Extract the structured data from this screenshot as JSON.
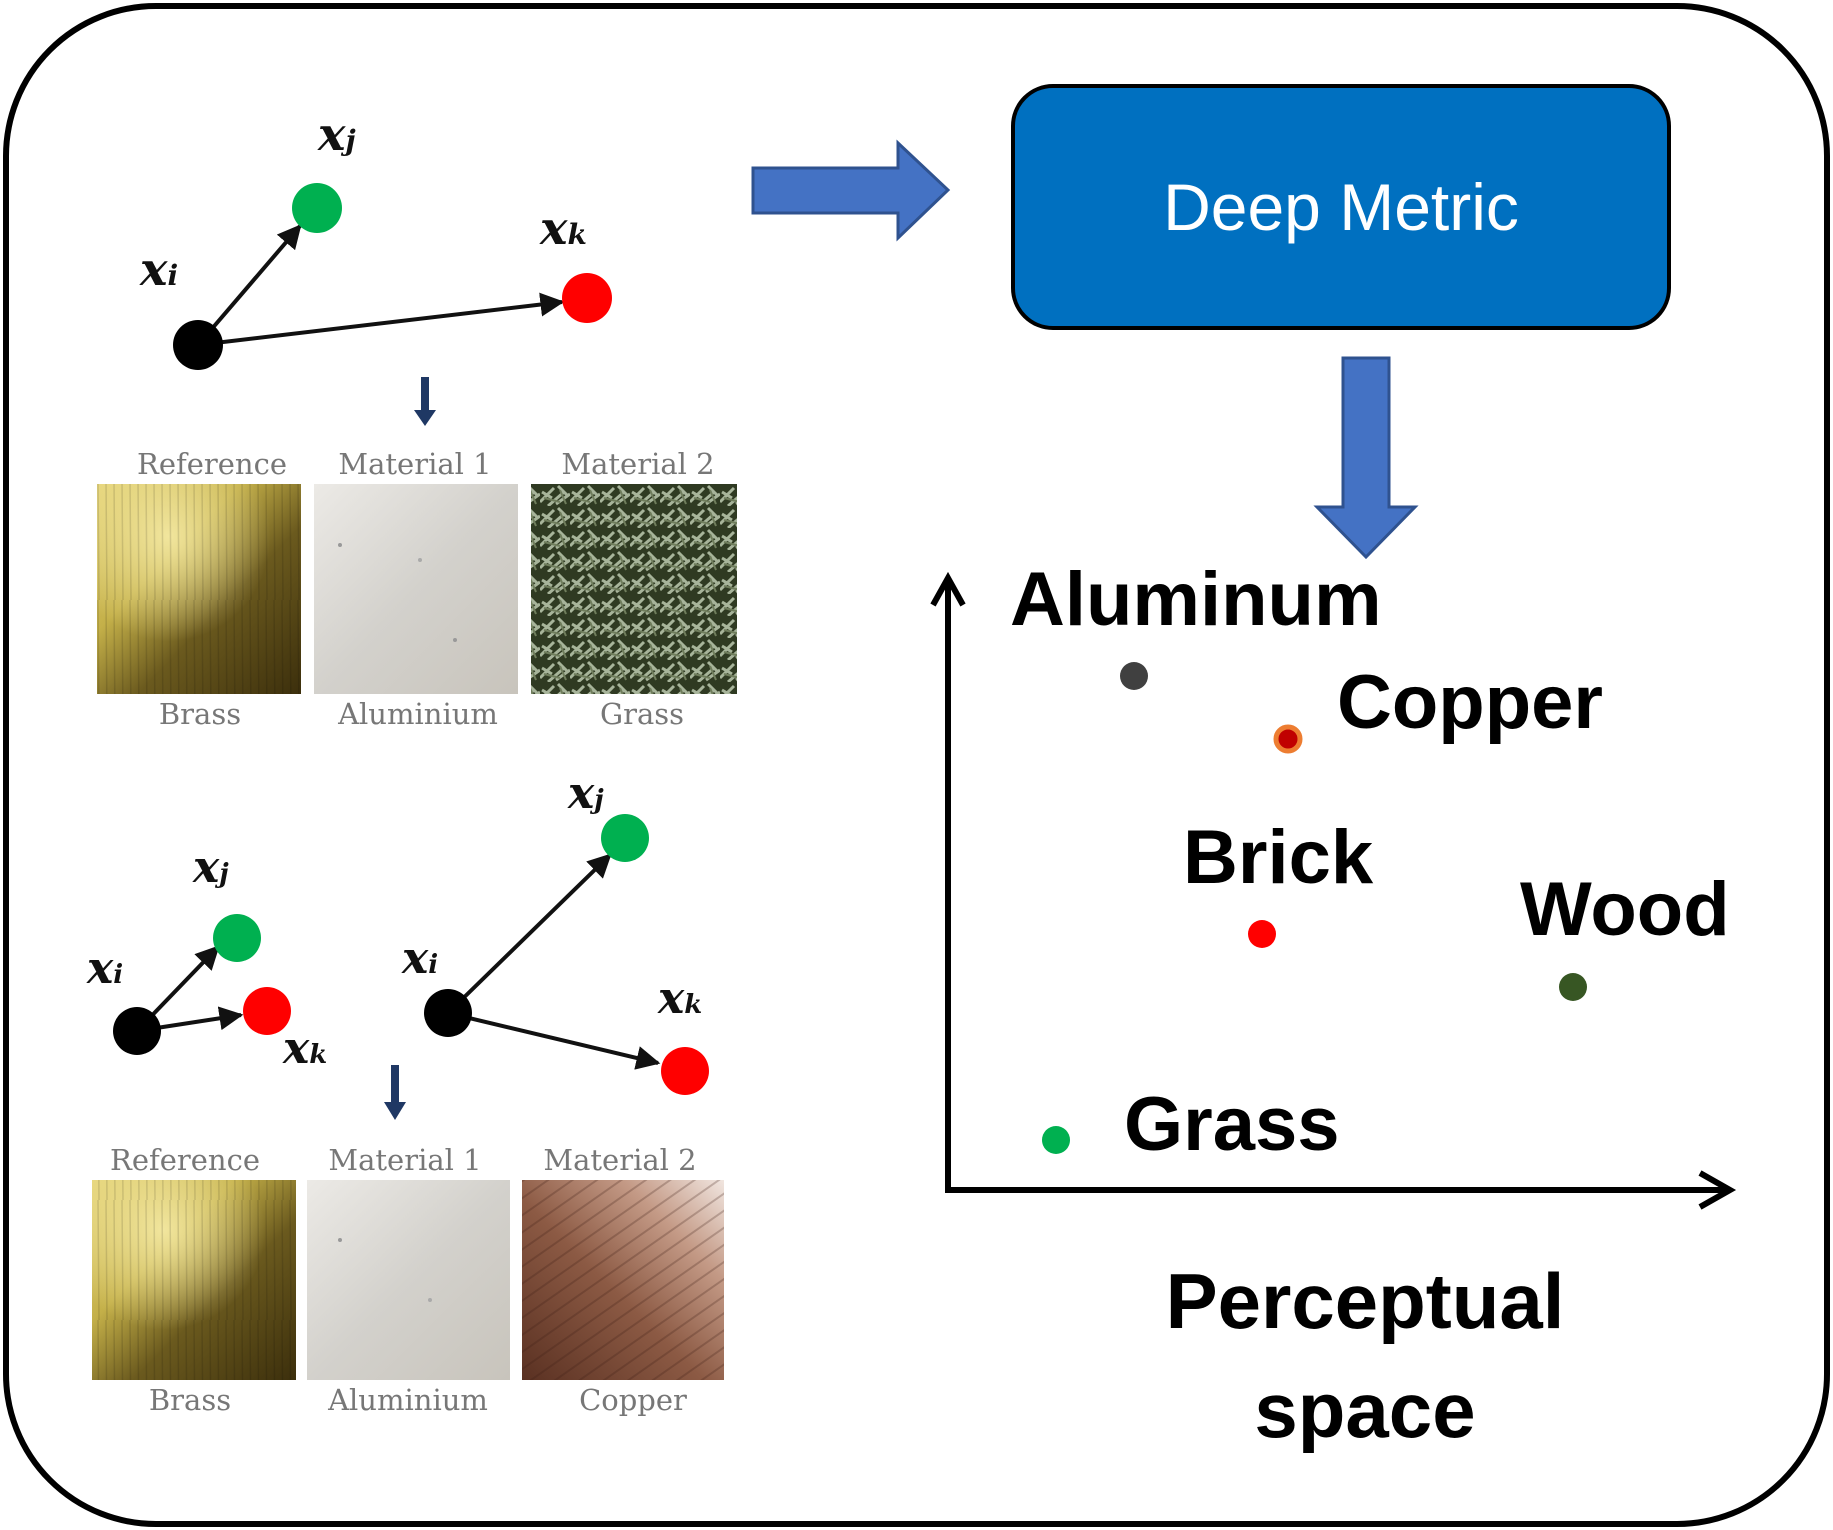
{
  "deep_metric_box": {
    "label": "Deep Metric",
    "color": "#0070c0"
  },
  "vectors": {
    "xi": "x",
    "xi_sub": "i",
    "xj": "x",
    "xj_sub": "j",
    "xk": "x",
    "xk_sub": "k"
  },
  "triplet_1": {
    "headers": [
      "Reference",
      "Material 1",
      "Material 2"
    ],
    "names": [
      "Brass",
      "Aluminium",
      "Grass"
    ]
  },
  "triplet_2": {
    "headers": [
      "Reference",
      "Material 1",
      "Material 2"
    ],
    "names": [
      "Brass",
      "Aluminium",
      "Copper"
    ]
  },
  "perceptual_space": {
    "title_line1": "Perceptual",
    "title_line2": "space",
    "materials": [
      {
        "name": "Aluminum",
        "color": "#404040"
      },
      {
        "name": "Copper",
        "color": "#c00000",
        "ring": "#ed7d31"
      },
      {
        "name": "Brick",
        "color": "#ff0000"
      },
      {
        "name": "Wood",
        "color": "#375623"
      },
      {
        "name": "Grass",
        "color": "#00b050"
      }
    ]
  },
  "colors": {
    "anchor": "#000000",
    "positive": "#00b050",
    "negative": "#ff0000",
    "arrow_fill": "#4472c4"
  }
}
